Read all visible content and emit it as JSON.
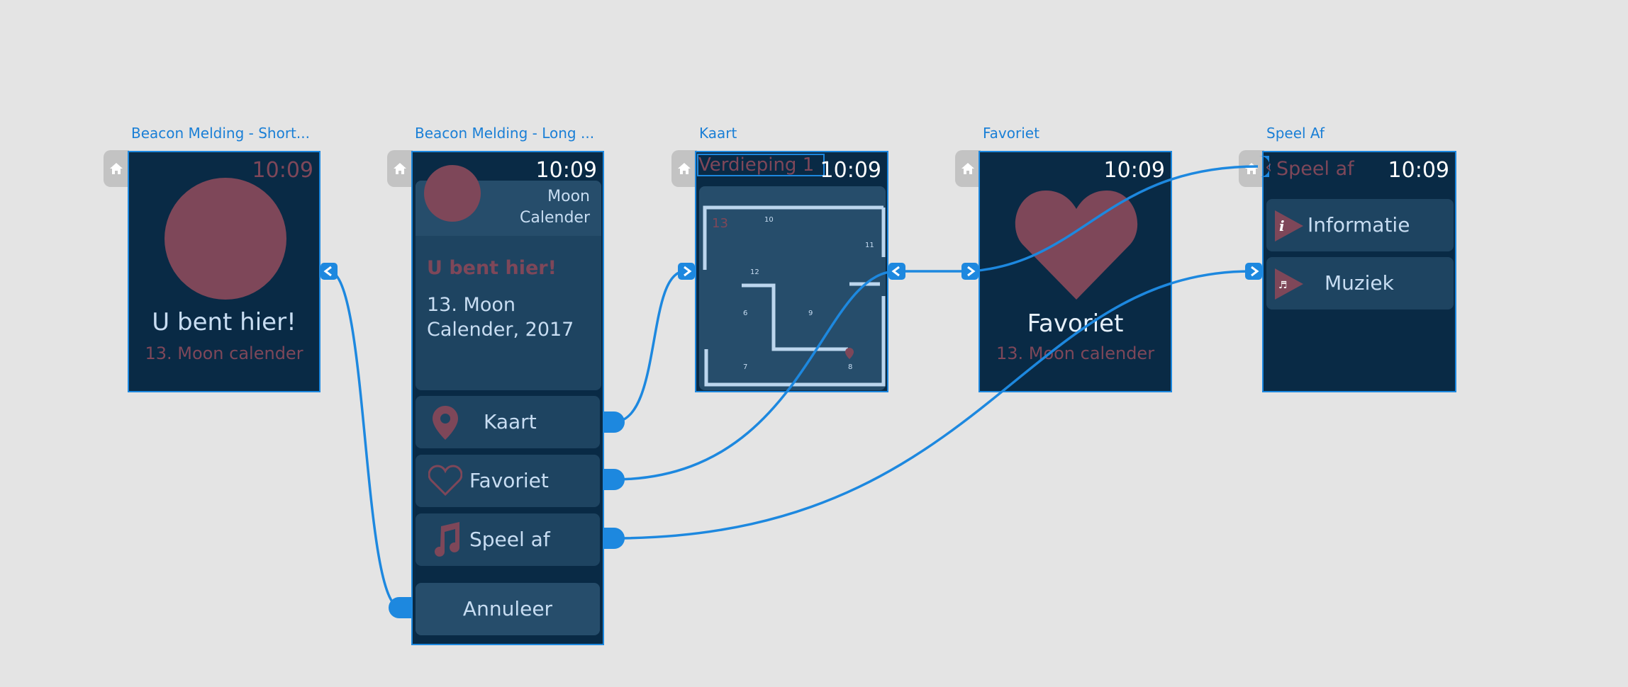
{
  "screens": [
    {
      "title": "Beacon Melding - Short...",
      "time": "10:09",
      "heading": "U bent hier!",
      "sub": "13. Moon calender"
    },
    {
      "title": "Beacon Melding - Long ...",
      "time": "10:09",
      "app_name_1": "Moon",
      "app_name_2": "Calender",
      "alert_title": "U bent hier!",
      "alert_body_1": "13. Moon",
      "alert_body_2": "Calender, 2017",
      "buttons": [
        {
          "label": "Kaart"
        },
        {
          "label": "Favoriet"
        },
        {
          "label": "Speel af"
        }
      ],
      "dismiss": "Annuleer"
    },
    {
      "title": "Kaart",
      "time": "10:09",
      "header": "Verdieping 1",
      "room_labels": [
        "13",
        "10",
        "11",
        "12",
        "6",
        "9",
        "7",
        "8"
      ]
    },
    {
      "title": "Favoriet",
      "time": "10:09",
      "heading": "Favoriet",
      "sub": "13. Moon calender"
    },
    {
      "title": "Speel Af",
      "time": "10:09",
      "back_title": "Speel af",
      "items": [
        {
          "label": "Informatie",
          "icon": "i"
        },
        {
          "label": "Muziek",
          "icon": "♬"
        }
      ]
    }
  ],
  "colors": {
    "canvas": "#e4e4e4",
    "watch_bg": "#092a45",
    "accent": "#7e4759",
    "selection": "#1d88df",
    "text": "#c8ddf2"
  },
  "icons": [
    "home-icon",
    "map-pin-icon",
    "heart-icon",
    "music-note-icon",
    "info-icon",
    "chevron-left-icon",
    "chevron-right-icon"
  ]
}
